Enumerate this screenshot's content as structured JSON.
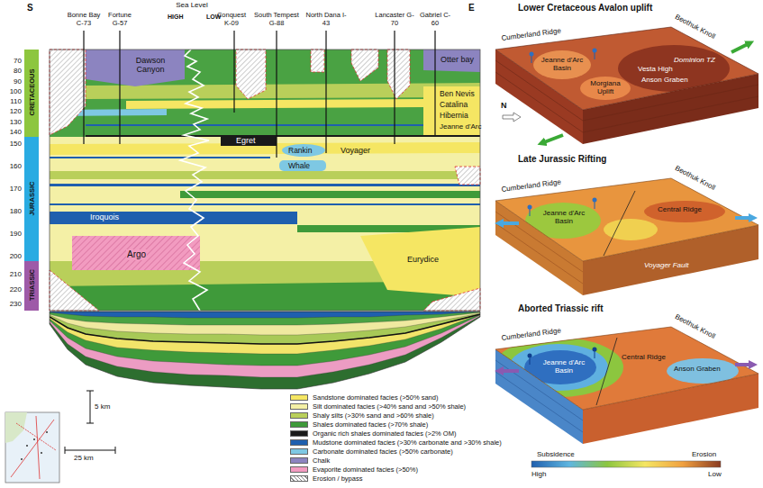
{
  "diagram": {
    "nodes": [
      {
        "text": [
          "Lower Cretaceous Avalon uplift"
        ]
      },
      {
        "text": [
          "Late Jurassic Rifting"
        ]
      },
      {
        "text": [
          "Aborted Triassic rift"
        ]
      }
    ],
    "labels": [
      "S",
      "E",
      "Bonne Bay C-73",
      "Fortune G-57",
      "Sea Level",
      "HIGH",
      "LOW",
      "Conquest K-09",
      "South Tempest G-88",
      "North Dana I-43",
      "Lancaster G-70",
      "Gabriel C-60",
      "70",
      "80",
      "90",
      "100",
      "110",
      "120",
      "130",
      "140",
      "150",
      "160",
      "170",
      "180",
      "190",
      "200",
      "210",
      "220",
      "230",
      "CRETACEOUS",
      "JURASSIC",
      "TRIASSIC",
      "Dawson Canyon",
      "Otter bay",
      "Ben Nevis",
      "Catalina",
      "Hibernia",
      "Jeanne d'Arc",
      "Egret",
      "Rankin",
      "Voyager",
      "Whale",
      "Iroquois",
      "Argo",
      "Eurydice",
      "5 km",
      "25 km",
      "Cumberland Ridge",
      "Beothuk Knoll",
      "Dominion TZ",
      "Vesta High",
      "Anson Graben",
      "Jeanne d'Arc Basin",
      "Morgiana Uplift",
      "N",
      "Cumberland Ridge",
      "Beothuk Knoll",
      "Central Ridge",
      "Jeanne d'Arc Basin",
      "Voyager Fault",
      "Cumberland Ridge",
      "Beothuk Knoll",
      "Central Ridge",
      "Jeanne d'Arc Basin",
      "Anson Graben",
      "Subsidence",
      "Erosion",
      "High",
      "Low"
    ],
    "legend": [
      {
        "text": "Sandstone dominated facies (>50% sand)",
        "color": "#f5e663"
      },
      {
        "text": "Silt dominated facies (>40% sand and >50% shale)",
        "color": "#f4f0a6"
      },
      {
        "text": "Shaly silts (>30% sand and >60% shale)",
        "color": "#b9cf5a"
      },
      {
        "text": "Shales dominated facies (>70% shale)",
        "color": "#3f9a3a"
      },
      {
        "text": "Organic rich shales dominated facies (>2% OM)",
        "color": "#1a1a1a"
      },
      {
        "text": "Mudstone dominated facies (>30% carbonate and >30% shale)",
        "color": "#1f5fae"
      },
      {
        "text": "Carbonate dominated facies (>50% carbonate)",
        "color": "#7ec8e3"
      },
      {
        "text": "Chalk",
        "color": "#8c84c0"
      },
      {
        "text": "Evaporite dominated facies (>50%)",
        "color": "#f29bc0"
      },
      {
        "text": "Erosion / bypass"
      }
    ]
  }
}
